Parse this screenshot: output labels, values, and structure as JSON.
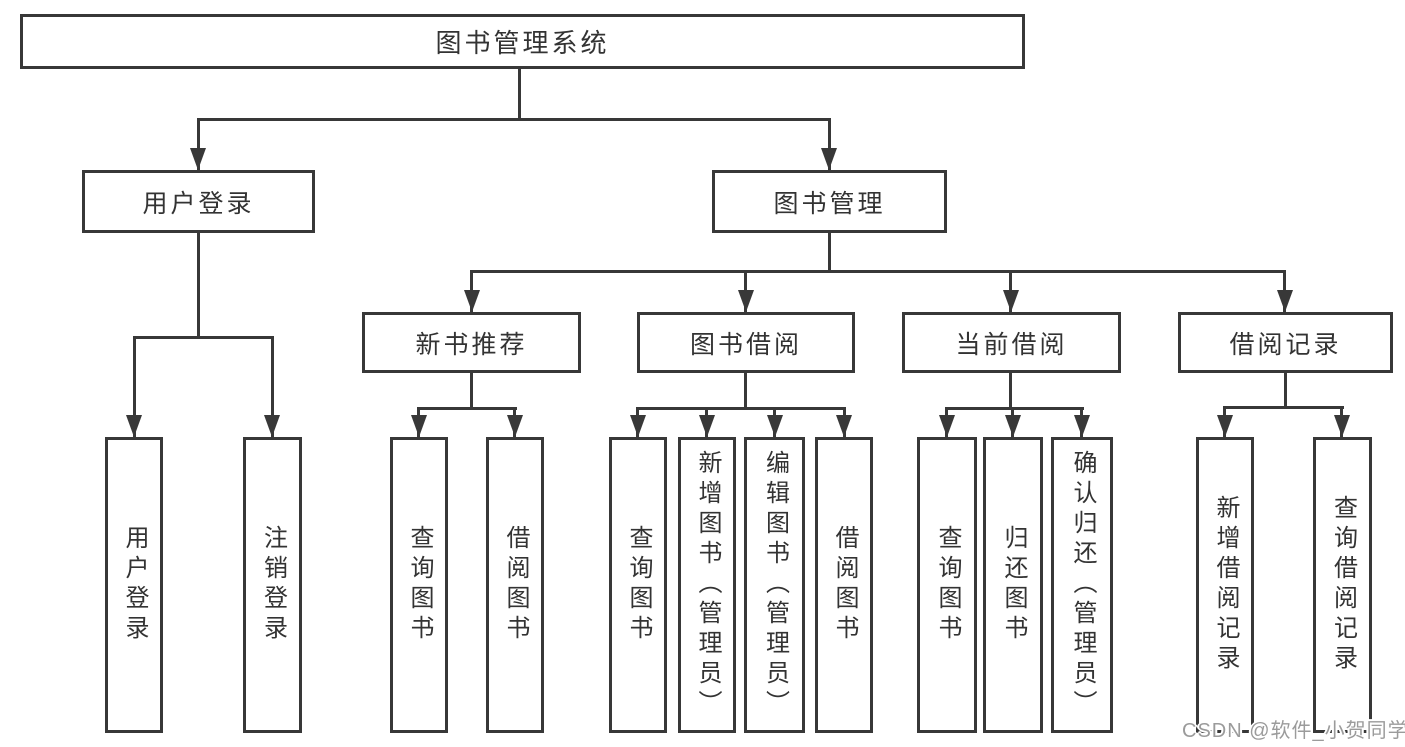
{
  "tree": {
    "root": {
      "label": "图书管理系统"
    },
    "branches": [
      {
        "label": "用户登录",
        "children": [
          {
            "label": "用户登录"
          },
          {
            "label": "注销登录"
          }
        ]
      },
      {
        "label": "图书管理",
        "children": [
          {
            "label": "新书推荐",
            "children": [
              {
                "label": "查询图书"
              },
              {
                "label": "借阅图书"
              }
            ]
          },
          {
            "label": "图书借阅",
            "children": [
              {
                "label": "查询图书"
              },
              {
                "label": "新增图书（管理员）"
              },
              {
                "label": "编辑图书（管理员）"
              },
              {
                "label": "借阅图书"
              }
            ]
          },
          {
            "label": "当前借阅",
            "children": [
              {
                "label": "查询图书"
              },
              {
                "label": "归还图书"
              },
              {
                "label": "确认归还（管理员）"
              }
            ]
          },
          {
            "label": "借阅记录",
            "children": [
              {
                "label": "新增借阅记录"
              },
              {
                "label": "查询借阅记录"
              }
            ]
          }
        ]
      }
    ]
  },
  "watermark": {
    "text": "CSDN @软件_小贺同学",
    "color": "#9b9b9b"
  },
  "colors": {
    "line": "#383838",
    "box_border": "#383838",
    "text": "#333333",
    "background": "#ffffff"
  }
}
